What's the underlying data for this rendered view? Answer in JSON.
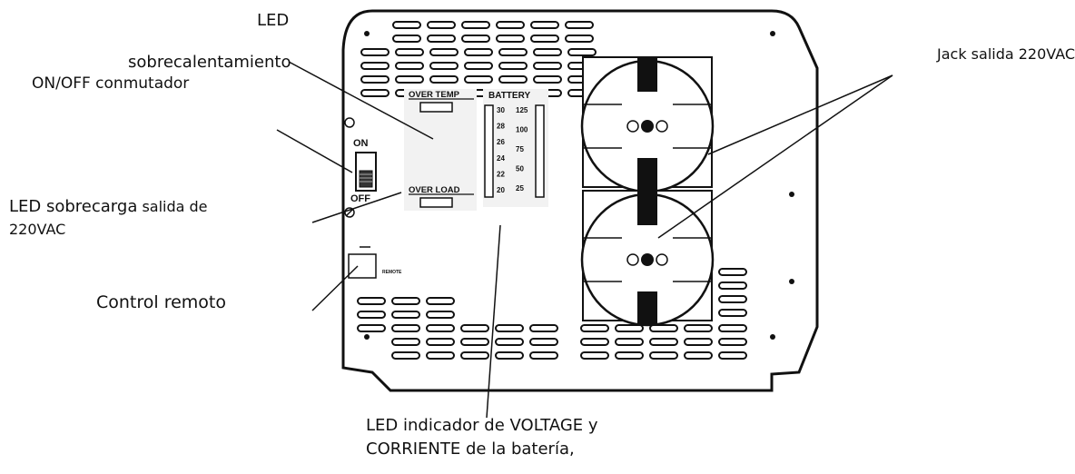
{
  "callouts": {
    "led_overtemp": {
      "line1": "LED",
      "line2": "sobrecalentamiento"
    },
    "onoff_switch": "ON/OFF conmutador",
    "led_overload": {
      "line1_main": "LED sobrecarga",
      "line1_small": " salida de",
      "line2": "220VAC"
    },
    "remote_control": "Control remoto",
    "jack_output": "Jack salida 220VAC",
    "battery_indicator": {
      "line1": "LED indicador de VOLTAGE y",
      "line2": "CORRIENTE de la batería,"
    }
  },
  "panel": {
    "switch_on": "ON",
    "switch_off": "OFF",
    "over_temp": "OVER TEMP",
    "over_load": "OVER LOAD",
    "battery_title": "BATTERY",
    "voltage_scale": [
      "30",
      "28",
      "26",
      "24",
      "22",
      "20"
    ],
    "current_scale": [
      "125",
      "100",
      "75",
      "50",
      "25"
    ],
    "remote": "REMOTE"
  }
}
